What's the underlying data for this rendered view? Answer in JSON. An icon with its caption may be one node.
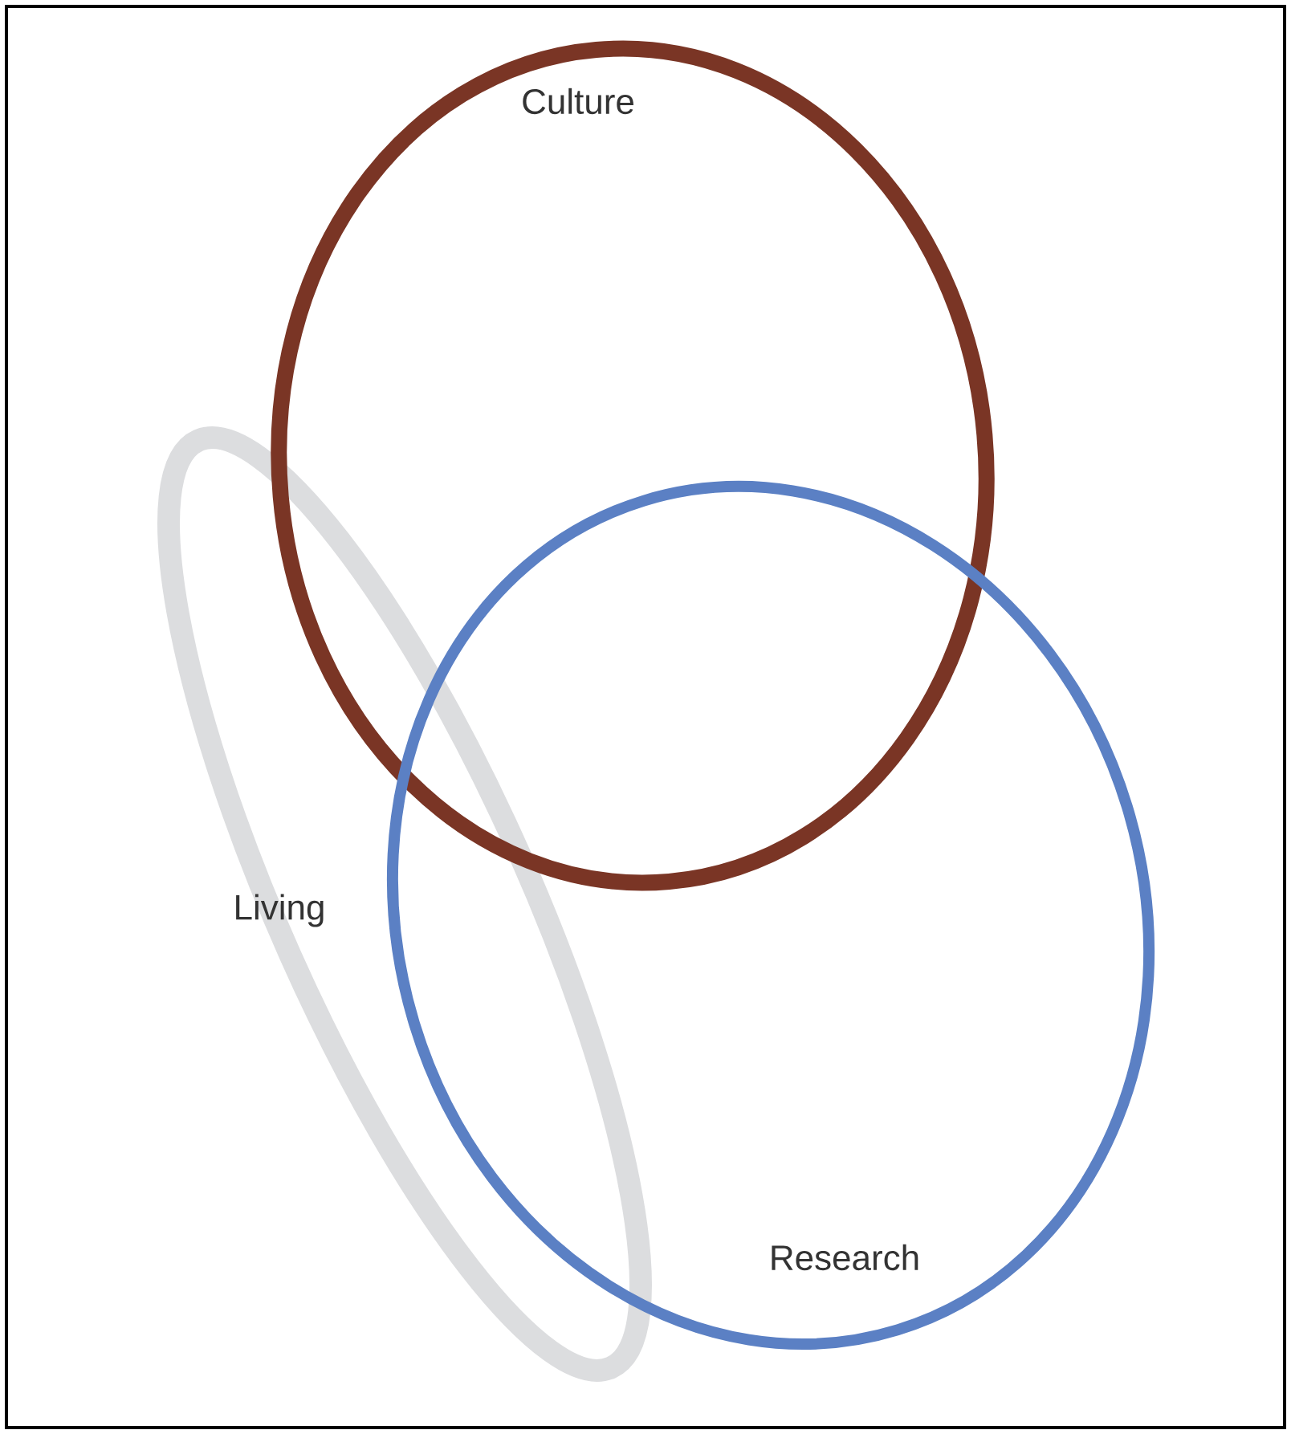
{
  "diagram": {
    "nodes": [
      {
        "text": [
          "Culture"
        ]
      },
      {
        "text": [
          "Living"
        ]
      },
      {
        "text": [
          "Research"
        ]
      }
    ]
  }
}
